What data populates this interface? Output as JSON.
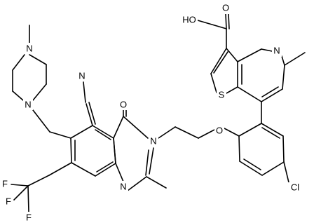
{
  "structure": {
    "atom_labels": {
      "n_methyl_piperazine_top": "N",
      "n_piperazine_bottom": "N",
      "nitrile_n": "N",
      "carbonyl_o": "O",
      "quinazolinone_n3": "N",
      "quinazolinone_n1": "N",
      "fluorine_1": "F",
      "fluorine_2": "F",
      "fluorine_3": "F",
      "ether_o": "O",
      "chlorine": "Cl",
      "thiophene_s": "S",
      "pyridine_n": "N",
      "carboxyl_o": "O",
      "carboxyl_oh": "HO"
    }
  }
}
